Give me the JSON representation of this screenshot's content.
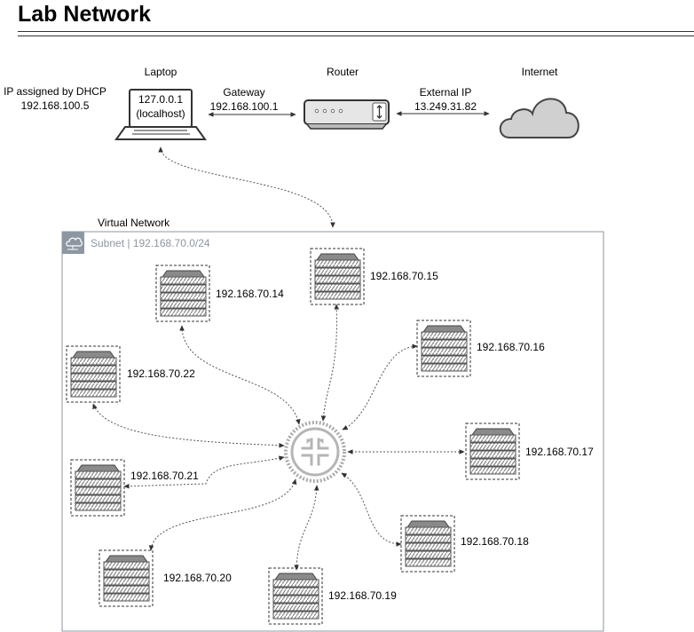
{
  "page": {
    "title": "Lab Network"
  },
  "top": {
    "laptop_label": "Laptop",
    "laptop_screen_line1": "127.0.0.1",
    "laptop_screen_line2": "(localhost)",
    "dhcp_line1": "IP assigned by DHCP",
    "dhcp_line2": "192.168.100.5",
    "gateway_line1": "Gateway",
    "gateway_line2": "192.168.100.1",
    "router_label": "Router",
    "external_line1": "External IP",
    "external_line2": "13.249.31.82",
    "internet_label": "Internet"
  },
  "virtual_network": {
    "label": "Virtual Network",
    "subnet_label": "Subnet | 192.168.70.0/24"
  },
  "servers": {
    "s14": "192.168.70.14",
    "s15": "192.168.70.15",
    "s16": "192.168.70.16",
    "s17": "192.168.70.17",
    "s18": "192.168.70.18",
    "s19": "192.168.70.19",
    "s20": "192.168.70.20",
    "s21": "192.168.70.21",
    "s22": "192.168.70.22"
  },
  "colors": {
    "subnet_border": "#8c97a1",
    "device_fill": "#e6e6e6",
    "device_stroke": "#4d4d4d",
    "hub_ring": "#b0b0b0"
  }
}
